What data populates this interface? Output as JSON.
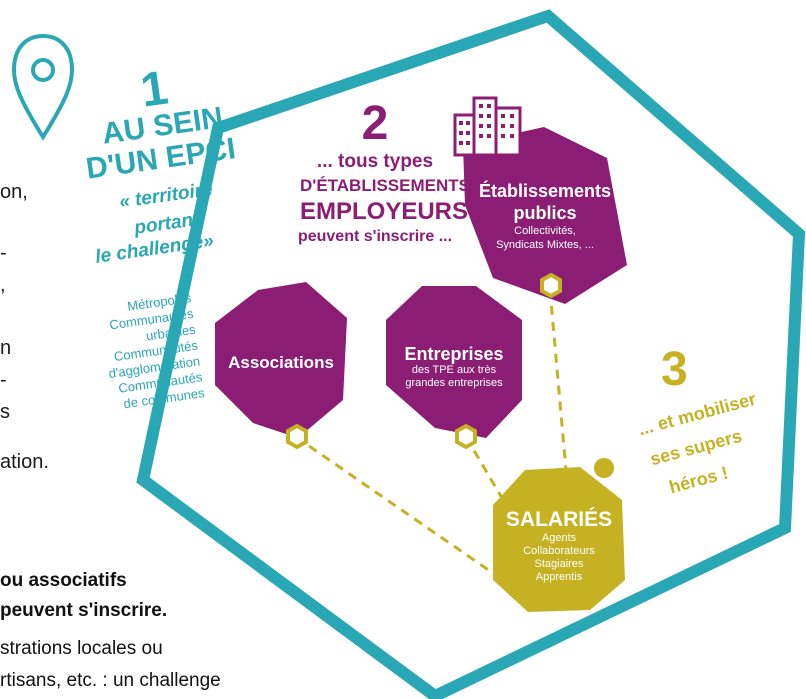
{
  "step1": {
    "number": "1",
    "title_line1": "AU SEIN",
    "title_line2": "D'UN EPCI",
    "subtitle_line1": "« territoire",
    "subtitle_line2": "portant",
    "subtitle_line3": "le challenge»",
    "types": [
      "Métropoles",
      "Communautés",
      "urbaines",
      "Communautés",
      "d'agglomération",
      "Communautés",
      "de communes"
    ]
  },
  "step2": {
    "number": "2",
    "line1": "... tous types",
    "line2": "D'ÉTABLISSEMENTS",
    "line3": "EMPLOYEURS",
    "line4": "peuvent s'inscrire ..."
  },
  "step3": {
    "number": "3",
    "line1": "... et mobiliser",
    "line2": "ses supers",
    "line3": "héros !"
  },
  "hexagons": {
    "etablissements": {
      "title_line1": "Établissements",
      "title_line2": "publics",
      "sub_line1": "Collectivités,",
      "sub_line2": "Syndicats Mixtes, ..."
    },
    "associations": {
      "title": "Associations"
    },
    "entreprises": {
      "title": "Entreprises",
      "sub_line1": "des TPE aux très",
      "sub_line2": "grandes entreprises"
    },
    "salaries": {
      "title": "SALARIÉS",
      "items": [
        "Agents",
        "Collaborateurs",
        "Stagiaires",
        "Apprentis"
      ]
    }
  },
  "left_text": {
    "fragments": [
      "on,",
      "-",
      ",",
      "n",
      "-",
      "s",
      "ation."
    ],
    "bold_line1": "ou associatifs",
    "bold_line2": "peuvent s'inscrire.",
    "line3": "strations locales ou",
    "line4": "rtisans, etc. : un challenge"
  },
  "colors": {
    "teal": "#2aa7b5",
    "purple": "#8b1d74",
    "gold": "#c5b122"
  },
  "icons": [
    "location-pin-icon",
    "buildings-icon",
    "coin-icon"
  ]
}
